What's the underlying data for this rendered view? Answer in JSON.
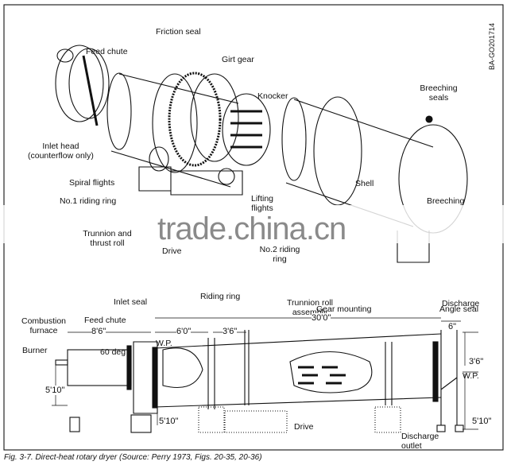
{
  "figure_id": "BA-GO201714",
  "top_view": {
    "labels": {
      "friction_seal": "Friction seal",
      "feed_chute": "Feed chute",
      "girt_gear": "Girt gear",
      "knocker": "Knocker",
      "breeching_seals": "Breeching seals",
      "inlet_head": "Inlet head",
      "inlet_head_note": "(counterflow only)",
      "spiral_flights": "Spiral flights",
      "no1_riding_ring": "No.1 riding ring",
      "shell": "Shell",
      "breeching": "Breeching",
      "lifting_flights": "Lifting flights",
      "trunnion_thrust_roll": "Trunnion and thrust roll",
      "no2_riding_ring": "No.2 riding ring",
      "drive": "Drive",
      "trunnion_roll_assembly": "Trunnion roll assembly",
      "discharge": "Discharge"
    }
  },
  "side_view": {
    "labels": {
      "inlet_seal": "Inlet seal",
      "riding_ring": "Riding ring",
      "gear_mounting": "Gear mounting",
      "angle_seal": "Angle seal",
      "combustion_furnace": "Combustion furnace",
      "feed_chute": "Feed chute",
      "burner": "Burner",
      "angle": "60 deg",
      "wp_left": "W.P.",
      "wp_right": "W.P.",
      "drive": "Drive",
      "discharge_outlet": "Discharge outlet"
    },
    "dimensions": {
      "furnace_length": "8'6\"",
      "ring_offset": "6'0\"",
      "gear_offset": "3'6\"",
      "shell_length": "30'0\"",
      "seal_width": "6\"",
      "discharge_height_upper": "3'6\"",
      "height_left": "5'10\"",
      "height_mid": "5'10\"",
      "height_right": "5'10\""
    }
  },
  "watermark": "trade.china.cn",
  "caption": "Fig. 3-7.  Direct-heat rotary dryer (Source: Perry 1973, Figs. 20-35, 20-36)"
}
